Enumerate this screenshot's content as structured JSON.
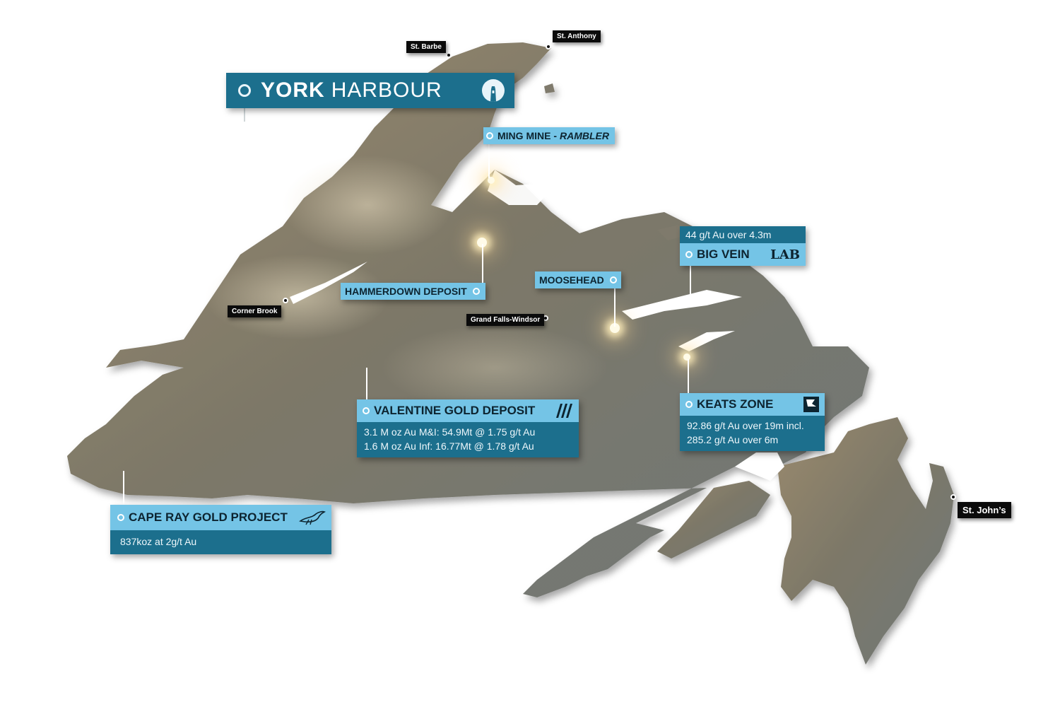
{
  "brand": {
    "name_bold": "YORK",
    "name_light": "HARBOUR",
    "icon": "lighthouse-icon",
    "colors": {
      "dark_teal": "#1c6f8d",
      "light_blue": "#74c4e6",
      "land": "#8a7f6c"
    }
  },
  "towns": [
    {
      "id": "st-barbe",
      "name": "St. Barbe"
    },
    {
      "id": "st-anthony",
      "name": "St. Anthony"
    },
    {
      "id": "corner-brook",
      "name": "Corner Brook"
    },
    {
      "id": "grand-falls-windsor",
      "name": "Grand Falls-Windsor"
    },
    {
      "id": "st-johns",
      "name": "St. John’s"
    }
  ],
  "projects": {
    "ming": {
      "name": "MING MINE - ",
      "name_italic": "RAMBLER"
    },
    "hammerdown": {
      "name": "HAMMERDOWN DEPOSIT"
    },
    "moosehead": {
      "name": "MOOSEHEAD"
    },
    "big_vein": {
      "name": "BIG VEIN",
      "note": "44 g/t Au over 4.3m",
      "logo": "LAB",
      "logo_icon": "lab-logo-icon"
    },
    "keats": {
      "name": "KEATS ZONE",
      "lines": [
        "92.86 g/t Au over 19m incl.",
        "285.2 g/t Au over 6m"
      ],
      "logo_icon": "flag-logo-icon"
    },
    "valentine": {
      "name": "VALENTINE GOLD DEPOSIT",
      "lines": [
        "3.1 M oz Au M&I: 54.9Mt @ 1.75 g/t Au",
        "1.6 M oz Au Inf: 16.77Mt @ 1.78 g/t Au"
      ],
      "logo_icon": "stripes-logo-icon"
    },
    "cape_ray": {
      "name": "CAPE RAY GOLD PROJECT",
      "lines": [
        "837koz at 2g/t Au"
      ],
      "logo_icon": "bird-logo-icon"
    }
  }
}
